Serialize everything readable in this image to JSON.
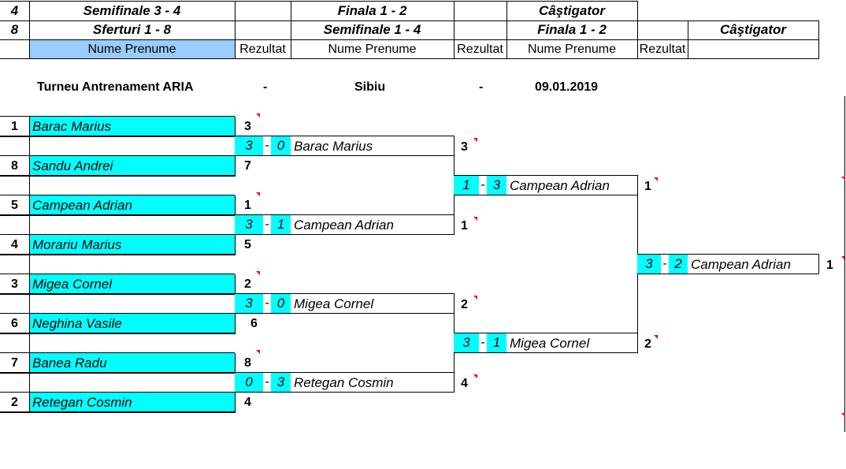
{
  "header": {
    "row1": {
      "num": "4",
      "c1": "Semifinale 3 - 4",
      "c2": "Finala 1 - 2",
      "c3": "Câştigator"
    },
    "row2": {
      "num": "8",
      "c1": "Sferturi 1 - 8",
      "c2": "Semifinale 1 - 4",
      "c3": "Finala 1 - 2",
      "c4": "Câştigator"
    },
    "row3": {
      "name": "Nume Prenume",
      "result": "Rezultat"
    }
  },
  "tournament": {
    "name": "Turneu Antrenament ARIA",
    "sep": "-",
    "city": "Sibiu",
    "date": "09.01.2019"
  },
  "round1": [
    {
      "seed": "1",
      "name": "Barac Marius",
      "result": "3"
    },
    {
      "seed": "8",
      "name": "Sandu Andrei",
      "result": "7"
    },
    {
      "seed": "5",
      "name": "Campean Adrian",
      "result": "1"
    },
    {
      "seed": "4",
      "name": "Morariu Marius",
      "result": "5"
    },
    {
      "seed": "3",
      "name": "Migea Cornel",
      "result": "2"
    },
    {
      "seed": "6",
      "name": "Neghina Vasile",
      "result": "6"
    },
    {
      "seed": "7",
      "name": "Banea Radu",
      "result": "8"
    },
    {
      "seed": "2",
      "name": "Retegan Cosmin",
      "result": "4"
    }
  ],
  "round2": [
    {
      "s1": "3",
      "s2": "0",
      "name": "Barac Marius",
      "result": "3"
    },
    {
      "s1": "3",
      "s2": "1",
      "name": "Campean Adrian",
      "result": "1"
    },
    {
      "s1": "3",
      "s2": "0",
      "name": "Migea Cornel",
      "result": "2"
    },
    {
      "s1": "0",
      "s2": "3",
      "name": "Retegan Cosmin",
      "result": "4"
    }
  ],
  "round3": [
    {
      "s1": "1",
      "s2": "3",
      "name": "Campean Adrian",
      "result": "1"
    },
    {
      "s1": "3",
      "s2": "1",
      "name": "Migea Cornel",
      "result": "2"
    }
  ],
  "final": {
    "s1": "3",
    "s2": "2",
    "name": "Campean Adrian",
    "result": "1"
  },
  "colors": {
    "header_blue": "#99ccff",
    "cell_cyan": "#00ffff",
    "comment_mark": "#ff0000"
  }
}
